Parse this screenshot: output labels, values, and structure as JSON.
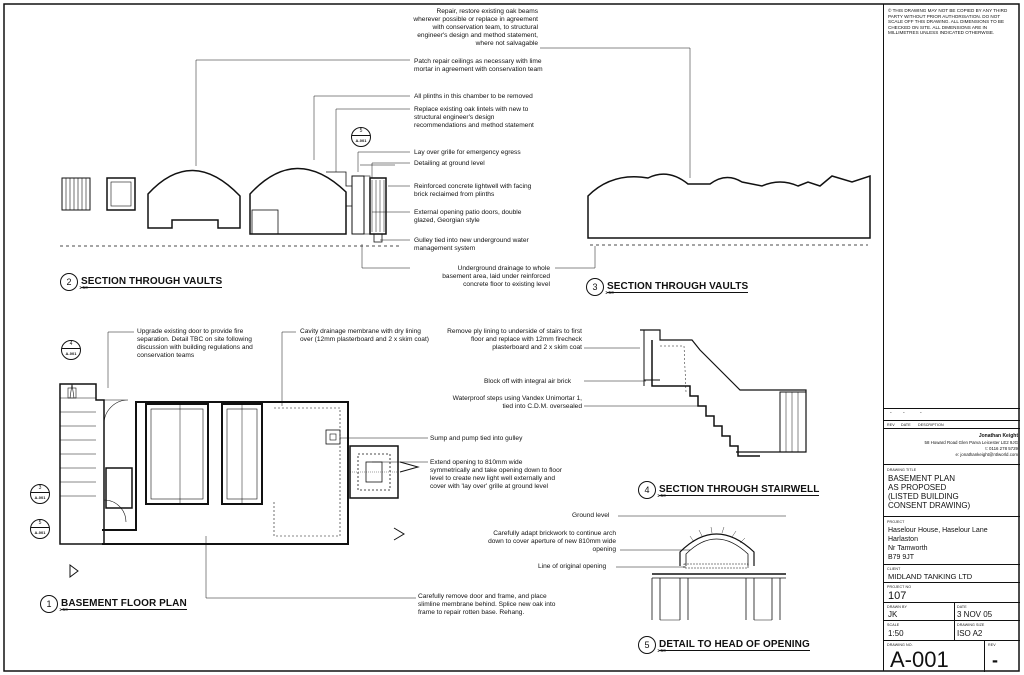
{
  "views": [
    {
      "number": "2",
      "title": "SECTION THROUGH VAULTS",
      "scale": "1:50"
    },
    {
      "number": "3",
      "title": "SECTION THROUGH VAULTS",
      "scale": "1:50"
    },
    {
      "number": "1",
      "title": "BASEMENT FLOOR PLAN",
      "scale": "1:50"
    },
    {
      "number": "4",
      "title": "SECTION THROUGH STAIRWELL",
      "scale": "1:50"
    },
    {
      "number": "5",
      "title": "DETAIL TO HEAD OF OPENING",
      "scale": "1:50"
    }
  ],
  "section_markers": [
    {
      "number": "5",
      "ref": "A-001"
    },
    {
      "number": "4",
      "ref": "A-001"
    },
    {
      "number": "3",
      "ref": "A-001"
    },
    {
      "number": "5",
      "ref": "A-001"
    }
  ],
  "annotations": {
    "oak_beams": "Repair, restore existing oak beams wherever possible or replace in agreement with conservation team, to structural engineer's design and method statement, where not salvagable",
    "ceilings": "Patch repair ceilings as necessary with lime mortar in agreement with conservation team",
    "plinths": "All plinths in this chamber to be removed",
    "lintels": "Replace existing oak lintels with new to structural engineer's design recommendations and method statement",
    "grille": "Lay over grille for emergency egress",
    "ground_detail": "Detailing at ground level",
    "lightwell": "Reinforced concrete lightwell with facing brick reclaimed from plinths",
    "patio_doors": "External opening patio doors, double glazed, Georgian style",
    "gulley": "Gulley tied into new underground water management system",
    "drainage": "Underground drainage to whole basement area, laid under reinforced concrete floor to existing level",
    "fire_door": "Upgrade existing door to provide fire separation. Detail TBC on site following discussion with building regulations and conservation teams",
    "membrane": "Cavity drainage membrane with dry lining over (12mm plasterboard and 2 x skim coat)",
    "ply_lining": "Remove ply lining to underside of stairs to first floor and replace with 12mm firecheck plasterboard and 2 x skim coat",
    "air_brick": "Block off with integral air brick",
    "waterproof_steps": "Waterproof steps using Vandex Unimortar 1, tied into C.D.M. oversealed",
    "sump": "Sump and pump tied into gulley",
    "extend_opening": "Extend opening to 810mm wide symmetrically and take opening down to floor level to create new light well externally and cover with 'lay over' grille at ground level",
    "remove_door": "Carefully remove door and frame, and place slimline membrane behind. Splice new oak into frame to repair rotten base. Rehang.",
    "ground_level": "Ground level",
    "adapt_brickwork": "Carefully adapt brickwork to continue arch down to cover aperture of new 810mm wide opening",
    "original_opening": "Line of original opening"
  },
  "title_block": {
    "disclaimer": "© THIS DRAWING MAY NOT BE COPIED BY ANY THIRD PARTY WITHOUT PRIOR AUTHORISATION. DO NOT SCALE OFF THIS DRAWING. ALL DIMENSIONS TO BE CHECKED ON SITE. ALL DIMENSIONS ARE IN MILLIMETRES UNLESS INDICATED OTHERWISE.",
    "rev_headers": [
      "REV",
      "DATE",
      "DESCRIPTION"
    ],
    "rev_dashes": [
      "-",
      "-",
      "-"
    ],
    "architect_name": "Jonathan Keight",
    "architect_address": "58 Howard Road  Glen Parva  Leicester  LE2 9JG",
    "architect_tel": "t: 0116 278 5729",
    "architect_email": "e: jonathankeight@ntlworld.com",
    "drawing_title_label": "DRAWING TITLE",
    "drawing_title": [
      "BASEMENT PLAN",
      "AS PROPOSED",
      "(LISTED BUILDING",
      "CONSENT DRAWING)"
    ],
    "project_label": "PROJECT",
    "project": [
      "Haselour House, Haselour Lane",
      "Harlaston",
      "Nr Tamworth",
      "B79 9JT"
    ],
    "client_label": "CLIENT",
    "client": "MIDLAND TANKING LTD",
    "project_no_label": "PROJECT NO",
    "project_no": "107",
    "drawn_by_label": "DRAWN BY",
    "drawn_by": "JK",
    "date_label": "DATE",
    "date": "3 NOV 05",
    "scale_label": "SCALE",
    "scale": "1:50",
    "drawing_size_label": "DRAWING SIZE",
    "drawing_size": "ISO A2",
    "drawing_no_label": "DRAWING NO.",
    "drawing_no": "A-001",
    "rev_label": "REV",
    "rev": "-"
  }
}
